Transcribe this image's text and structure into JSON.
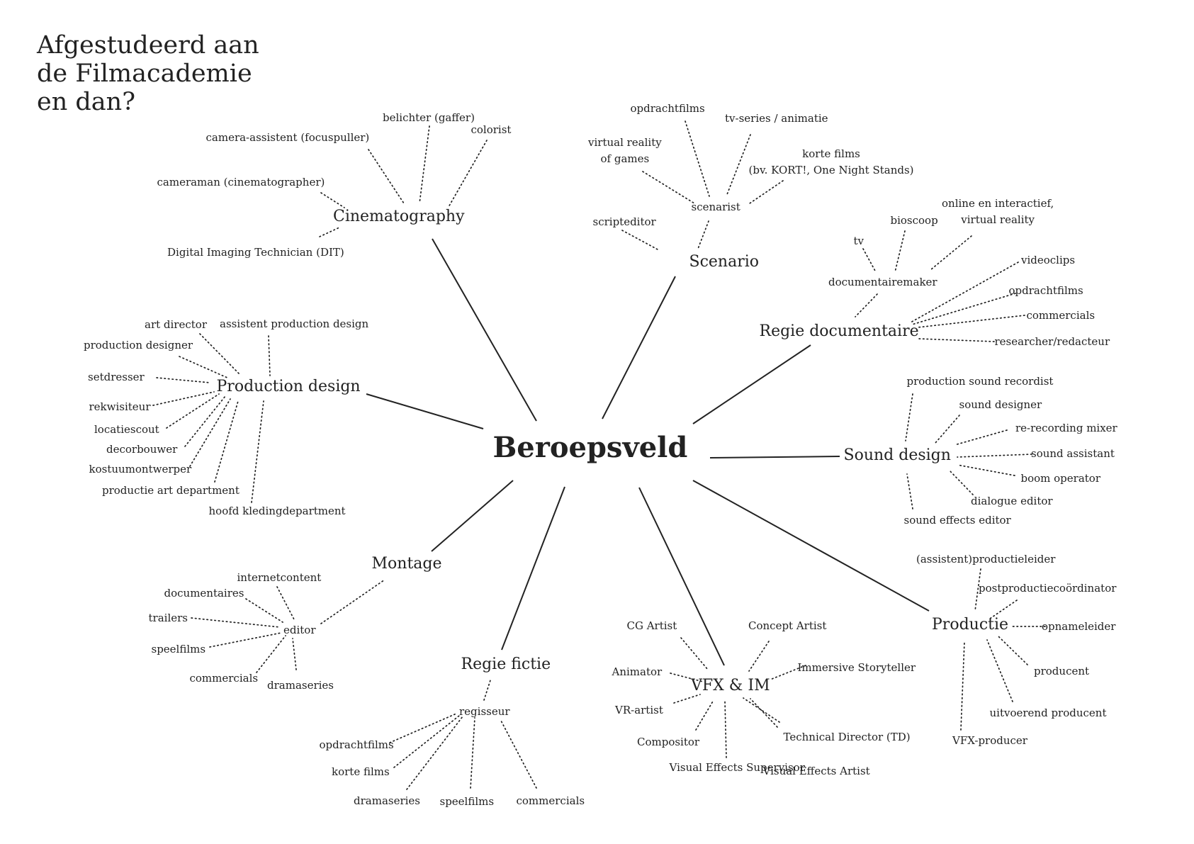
{
  "title_lines": [
    "Afgestudeerd aan",
    "de Filmacademie",
    "en dan?"
  ],
  "center": "Beroepsveld",
  "categories": [
    {
      "label": "Cinematography",
      "hubs": [],
      "leaves": [
        "belichter (gaffer)",
        "colorist",
        "camera-assistent (focuspuller)",
        "cameraman (cinematographer)",
        "Digital Imaging Technician (DIT)"
      ]
    },
    {
      "label": "Scenario",
      "hubs": [
        "scenarist"
      ],
      "leaves": [
        "scripteditor",
        "opdrachtfilms",
        "tv-series / animatie",
        "virtual reality\nof games",
        "korte films\n(bv. KORT!, One Night Stands)"
      ]
    },
    {
      "label": "Regie documentaire",
      "hubs": [
        "documentairemaker"
      ],
      "leaves": [
        "tv",
        "bioscoop",
        "online en interactief,\nvirtual reality",
        "videoclips",
        "opdrachtfilms",
        "commercials",
        "researcher/redacteur"
      ]
    },
    {
      "label": "Production design",
      "hubs": [],
      "leaves": [
        "art director",
        "assistent production design",
        "production designer",
        "setdresser",
        "rekwisiteur",
        "locatiescout",
        "decorbouwer",
        "kostuumontwerper",
        "productie art department",
        "hoofd kledingdepartment"
      ]
    },
    {
      "label": "Sound design",
      "hubs": [],
      "leaves": [
        "production sound recordist",
        "sound designer",
        "re-recording mixer",
        "sound assistant",
        "boom operator",
        "dialogue editor",
        "sound effects editor"
      ]
    },
    {
      "label": "Montage",
      "hubs": [
        "editor"
      ],
      "leaves": [
        "internetcontent",
        "documentaires",
        "trailers",
        "speelfilms",
        "commercials",
        "dramaseries"
      ]
    },
    {
      "label": "Regie fictie",
      "hubs": [
        "regisseur"
      ],
      "leaves": [
        "opdrachtfilms",
        "korte films",
        "dramaseries",
        "speelfilms",
        "commercials"
      ]
    },
    {
      "label": "VFX & IM",
      "hubs": [],
      "leaves": [
        "CG Artist",
        "Concept Artist",
        "Animator",
        "Immersive Storyteller",
        "VR-artist",
        "Technical Director (TD)",
        "Compositor",
        "Visual Effects Artist",
        "Visual Effects Supervisor"
      ]
    },
    {
      "label": "Productie",
      "hubs": [],
      "leaves": [
        "(assistent)productieleider",
        "postproductiecoördinator",
        "opnameleider",
        "producent",
        "uitvoerend producent",
        "VFX-producer"
      ]
    }
  ],
  "colors": {
    "text": "#222222",
    "line": "#222222",
    "background": "#ffffff"
  }
}
